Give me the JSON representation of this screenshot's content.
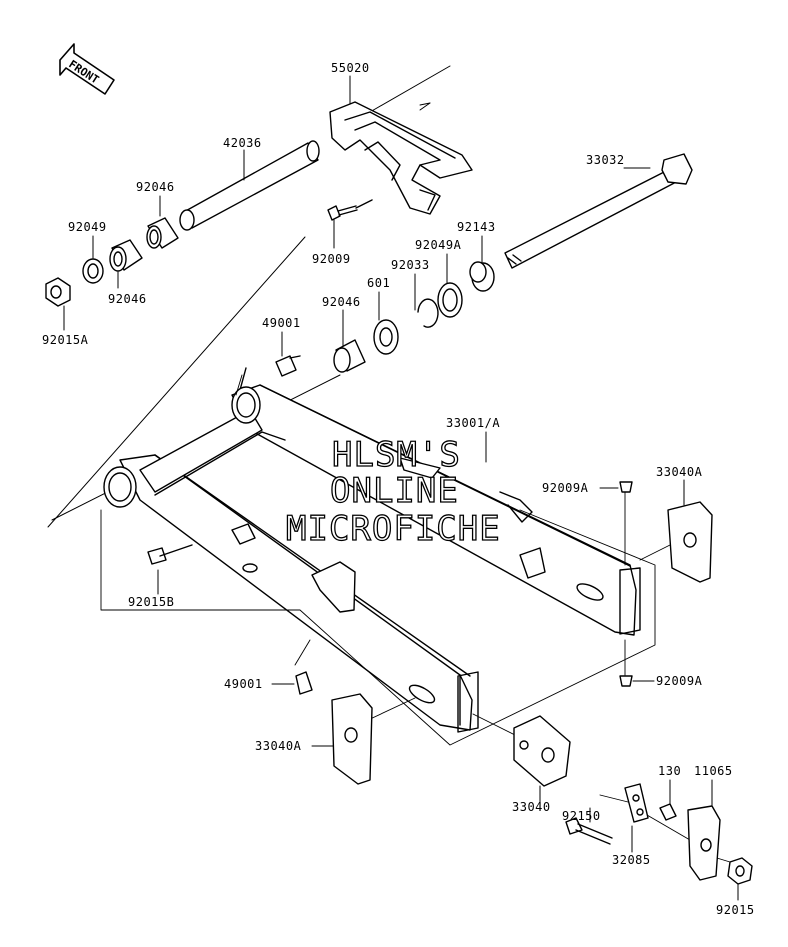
{
  "direction_arrow": {
    "label": "FRONT"
  },
  "watermark": {
    "line1": "HLSM'S",
    "line2": "ONLINE",
    "line3": "MICROFICHE"
  },
  "parts": [
    {
      "id": "p55020",
      "label": "55020"
    },
    {
      "id": "p42036",
      "label": "42036"
    },
    {
      "id": "p33032",
      "label": "33032"
    },
    {
      "id": "p92046a",
      "label": "92046"
    },
    {
      "id": "p92049",
      "label": "92049"
    },
    {
      "id": "p92046b",
      "label": "92046"
    },
    {
      "id": "p92015A",
      "label": "92015A"
    },
    {
      "id": "p92009",
      "label": "92009"
    },
    {
      "id": "p92143",
      "label": "92143"
    },
    {
      "id": "p92049A",
      "label": "92049A"
    },
    {
      "id": "p92033",
      "label": "92033"
    },
    {
      "id": "p601",
      "label": "601"
    },
    {
      "id": "p92046c",
      "label": "92046"
    },
    {
      "id": "p49001a",
      "label": "49001"
    },
    {
      "id": "p33001",
      "label": "33001/A"
    },
    {
      "id": "p92009Aa",
      "label": "92009A"
    },
    {
      "id": "p33040Aa",
      "label": "33040A"
    },
    {
      "id": "p92015B",
      "label": "92015B"
    },
    {
      "id": "p49001b",
      "label": "49001"
    },
    {
      "id": "p92009Ab",
      "label": "92009A"
    },
    {
      "id": "p33040Ab",
      "label": "33040A"
    },
    {
      "id": "p130",
      "label": "130"
    },
    {
      "id": "p11065",
      "label": "11065"
    },
    {
      "id": "p33040",
      "label": "33040"
    },
    {
      "id": "p92150",
      "label": "92150"
    },
    {
      "id": "p32085",
      "label": "32085"
    },
    {
      "id": "p92015",
      "label": "92015"
    }
  ]
}
